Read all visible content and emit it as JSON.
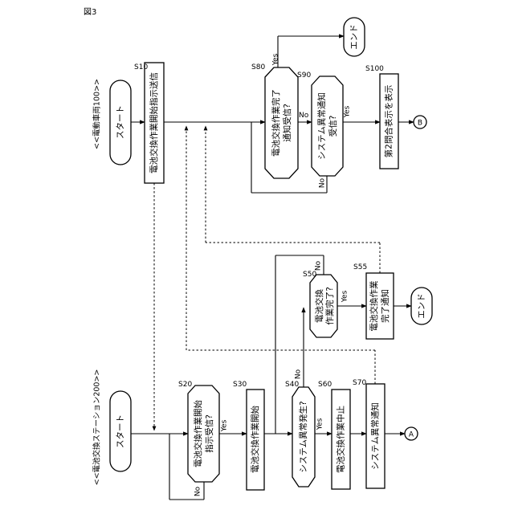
{
  "figure_label": "図3",
  "vehicle": {
    "header": "<<電動車両100>>",
    "start": "スタート",
    "s10": {
      "step": "S10",
      "text": "電池交換作業開始指示送信"
    },
    "s80": {
      "step": "S80",
      "line1": "電池交換作業完了",
      "line2": "通知受信?",
      "yes": "Yes",
      "no": "No"
    },
    "s90": {
      "step": "S90",
      "line1": "システム異常通知",
      "line2": "受信?",
      "yes": "Yes",
      "no": "No"
    },
    "s100": {
      "step": "S100",
      "text": "第2問合表示を表示"
    },
    "end": "エンド",
    "connector": "B"
  },
  "station": {
    "header": "<<電池交換ステーション200>>",
    "start": "スタート",
    "s20": {
      "step": "S20",
      "line1": "電池交換作業開始",
      "line2": "指示受信?",
      "yes": "Yes",
      "no": "No"
    },
    "s30": {
      "step": "S30",
      "text": "電池交換作業開始"
    },
    "s40": {
      "step": "S40",
      "text": "システム異常発生?",
      "yes": "Yes",
      "no": "No"
    },
    "s50": {
      "step": "S50",
      "line1": "電池交換",
      "line2": "作業完了?",
      "yes": "Yes",
      "no": "No"
    },
    "s55": {
      "step": "S55",
      "line1": "電池交換作業",
      "line2": "完了通知"
    },
    "s60": {
      "step": "S60",
      "text": "電池交換作業中止"
    },
    "s70": {
      "step": "S70",
      "text": "システム異常通知"
    },
    "end": "エンド",
    "connector": "A"
  }
}
